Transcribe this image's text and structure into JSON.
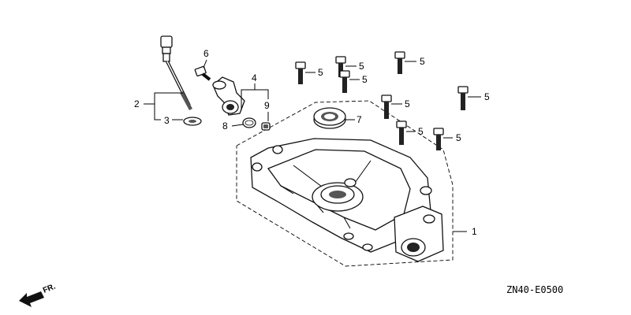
{
  "diagram": {
    "code": "ZN40-E0500",
    "direction_label": "FR.",
    "callouts": {
      "c1": "1",
      "c2": "2",
      "c3": "3",
      "c4": "4",
      "c5": "5",
      "c6": "6",
      "c7": "7",
      "c8": "8",
      "c9": "9"
    }
  }
}
